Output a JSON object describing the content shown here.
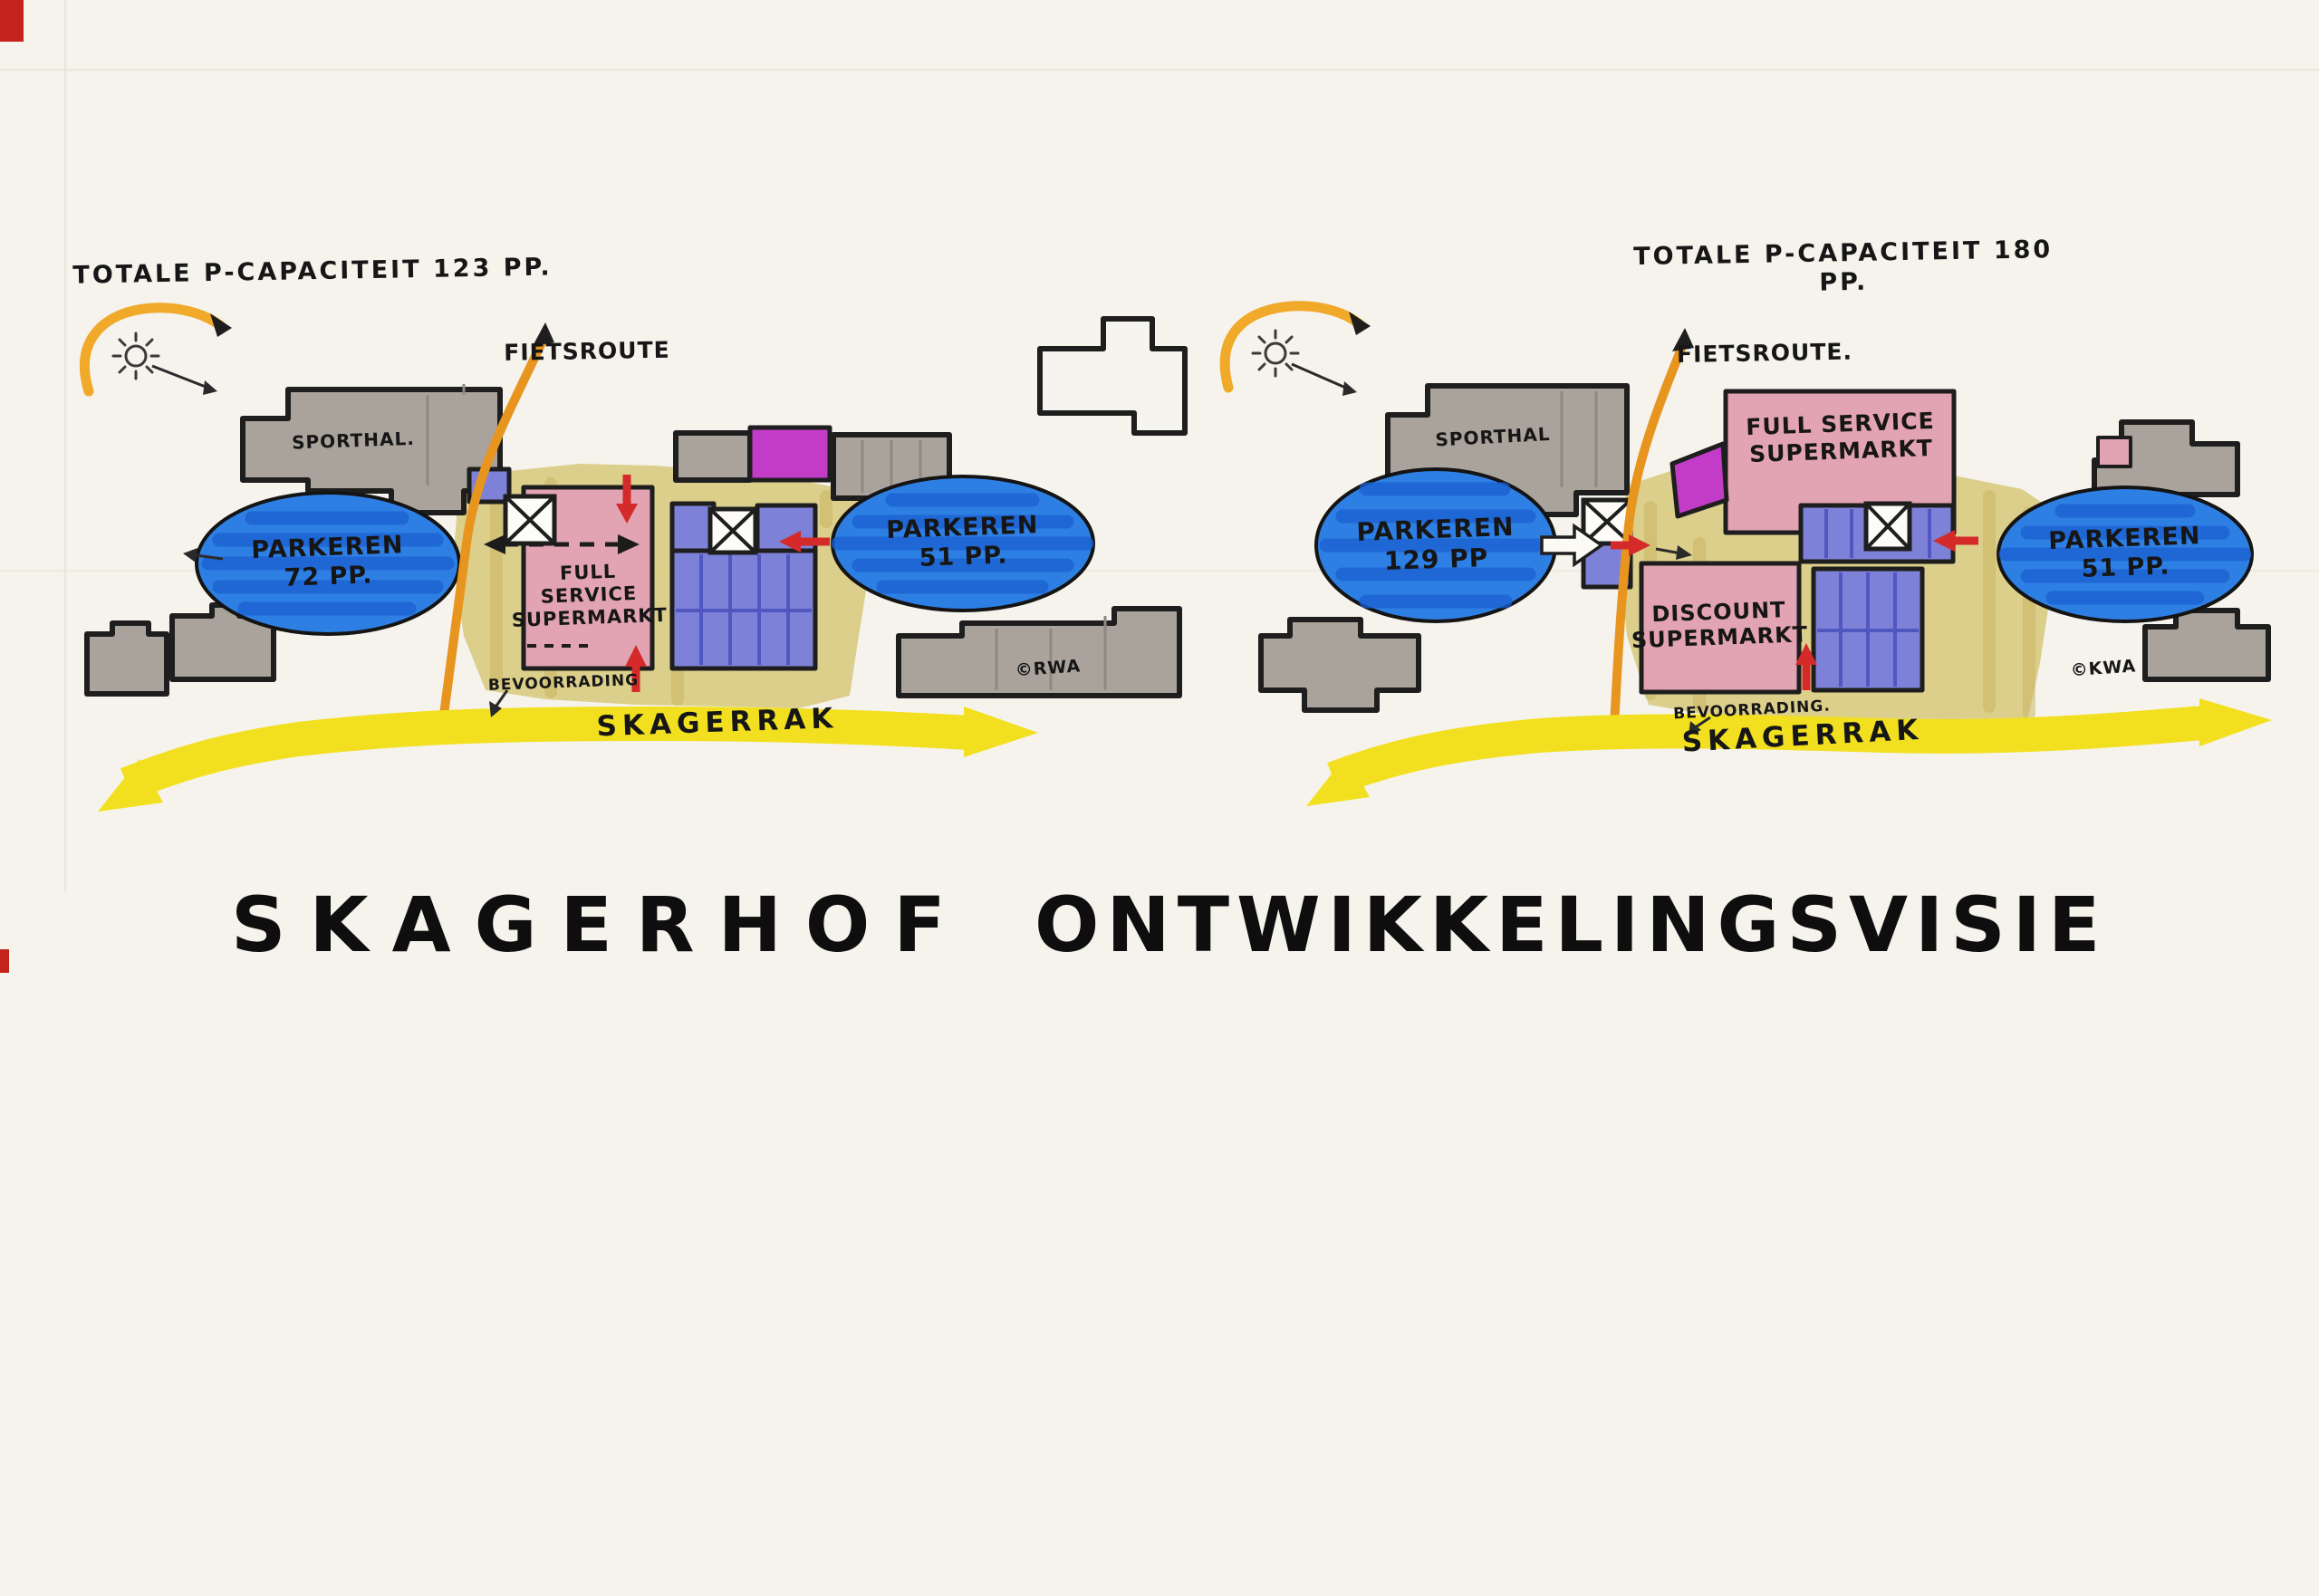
{
  "page": {
    "title_left": "SKAGERHOF",
    "title_right": "ONTWIKKELINGSVISIE"
  },
  "left_plan": {
    "capacity": "TOTALE P-CAPACITEIT  123 PP.",
    "fietsroute": "FIETSROUTE",
    "sporthal": "SPORTHAL.",
    "parking_west": "PARKEREN\n72 PP.",
    "parking_east": "PARKEREN\n51 PP.",
    "supermarket": "FULL\nSERVICE\nSUPERMARKT",
    "bevoorrading": "BEVOORRADING",
    "road": "SKAGERRAK",
    "credit": "©RWA"
  },
  "right_plan": {
    "capacity": "TOTALE P-CAPACITEIT  180 PP.",
    "fietsroute": "FIETSROUTE.",
    "sporthal": "SPORTHAL",
    "parking_west": "PARKEREN\n129 PP",
    "parking_east": "PARKEREN\n51 PP.",
    "supermarket_full": "FULL SERVICE\nSUPERMARKT",
    "supermarket_discount": "DISCOUNT\nSUPERMARKT",
    "bevoorrading": "BEVOORRADING.",
    "road": "SKAGERRAK",
    "credit": "©KWA"
  },
  "colors": {
    "paper": "#f5f3ec",
    "building_gray": "#a9a39b",
    "supermarket_pink": "#e2a3b3",
    "shops_blue": "#7d82d8",
    "accent_magenta": "#c23cc7",
    "parking_blue": "#2e7fe4",
    "public_space_khaki": "#d9cc82",
    "road_yellow": "#f2e020",
    "route_orange": "#e8951f",
    "arrow_red": "#d42a2a",
    "ink": "#181818"
  }
}
